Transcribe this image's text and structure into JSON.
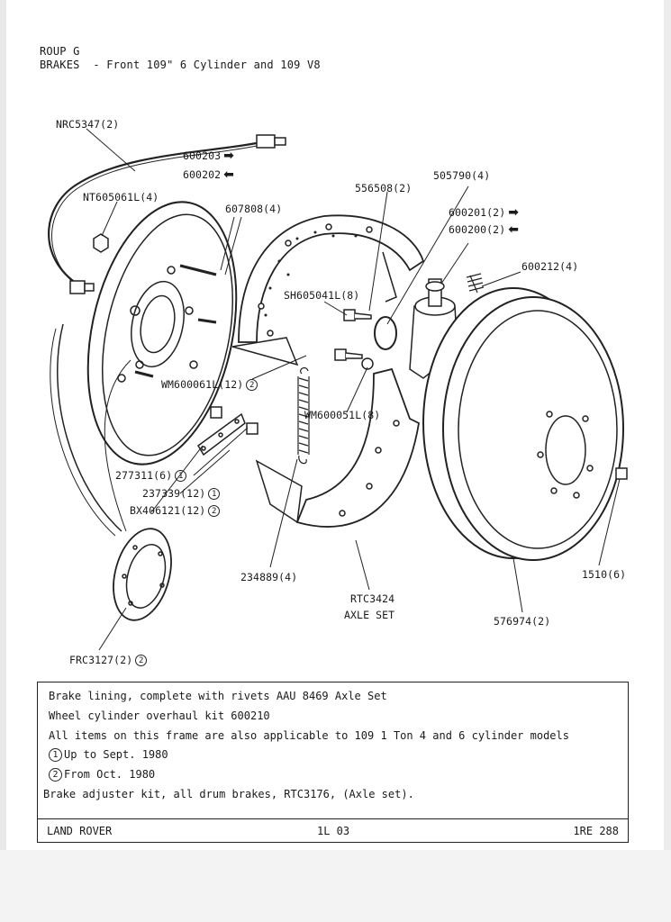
{
  "header": {
    "group": "ROUP G",
    "title": "BRAKES  - Front 109\" 6 Cylinder and 109 V8"
  },
  "labels": {
    "nrc5347": "NRC5347(2)",
    "p600203": "600203",
    "p600202": "600202",
    "nt605061": "NT605061L(4)",
    "p607808": "607808(4)",
    "p556508": "556508(2)",
    "p505790": "505790(4)",
    "p600201": "600201(2)",
    "p600200": "600200(2)",
    "p600212": "600212(4)",
    "sh605041": "SH605041L(8)",
    "wm600061": "WM600061L(12)",
    "wm600051": "WM600051L(8)",
    "p277311": "277311(6)",
    "p237339": "237339(12)",
    "bx406121": "BX406121(12)",
    "p234889": "234889(4)",
    "rtc3424_a": "RTC3424",
    "rtc3424_b": "AXLE SET",
    "p1510": "1510(6)",
    "p576974": "576974(2)",
    "frc3127": "FRC3127(2)"
  },
  "callouts": {
    "one": "1",
    "two": "2"
  },
  "arrows": {
    "right": "➡",
    "left": "⬅"
  },
  "notes": {
    "line1": "Brake lining, complete with rivets AAU 8469 Axle Set",
    "line2": "Wheel cylinder overhaul kit 600210",
    "line3": "All items on this frame are also applicable to 109 1 Ton 4 and 6 cylinder models",
    "line4": "Up to Sept. 1980",
    "line5": "From Oct. 1980",
    "line6": "Brake adjuster kit, all drum brakes, RTC3176, (Axle set)."
  },
  "footer": {
    "left": "LAND ROVER",
    "center": "1L 03",
    "right": "1RE 288"
  }
}
